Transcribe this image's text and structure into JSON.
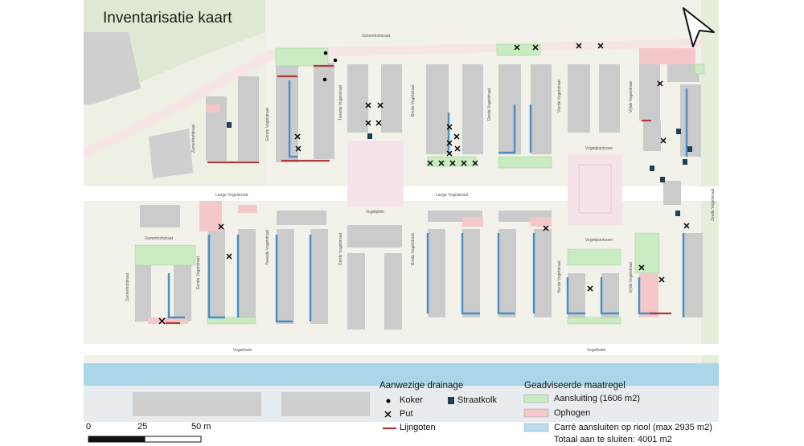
{
  "title": "Inventarisatie kaart",
  "streets": {
    "zamenhofstraat_top": "Zamenhofstraat",
    "zamenhofstraat_left": "Zamenhofstraat",
    "zamenhofstraat_lower": "Zamenhofstraat",
    "eerste_vogelstraat": "Eerste Vogelstraat",
    "tweede_vogelstraat": "Tweede Vogelstraat",
    "derde_vogelstraat_top": "Derde Vogelstraat",
    "vierde_vogelstraat_top": "Vierde Vogelstraat",
    "vijfde_vogelstraat_top": "Vijfde Vogelstraat",
    "brede_vogelstraat": "Brede Vogelstraat",
    "vogelplein": "Vogelplein",
    "vogelplantsoen_top": "Vogelplantsoen",
    "vogelplantsoen_mid": "Vogelplantsoen",
    "lange_vogelstraat_left": "Lange Vogelstraat",
    "lange_vogelstraat_right": "Lange Vogelstraat",
    "vogelkade_left": "Vogelkade",
    "vogelkade_right": "Vogelkade",
    "eerste_vogelstraat_low": "Eerste Vogelstraat",
    "tweede_vogelstraat_low": "Tweede Vogelstraat",
    "derde_vogelstraat_low": "Derde Vogelstraat",
    "vierde_vogelstraat_low": "Vierde Vogelstraat",
    "vijfde_vogelstraat_low": "Vijfde Vogelstraat",
    "zesde_vogelstraat": "Zesde Vogelstraat"
  },
  "legend_drainage": {
    "heading": "Aanwezige drainage",
    "koker": "Koker",
    "put": "Put",
    "lijngoten": "Lijngoten",
    "straatkolk": "Straatkolk"
  },
  "legend_measures": {
    "heading": "Geadviseerde maatregel",
    "aansluiting": "Aansluiting (1606 m2)",
    "ophogen": "Ophogen",
    "carre": "Carré aansluiten op riool (max 2935 m2)",
    "totaal": "Totaal aan te sluiten: 4001 m2"
  },
  "scale": {
    "label0": "0",
    "label25": "25",
    "label50": "50 m"
  },
  "colors": {
    "aansluiting": "#c9ecc3",
    "ophogen": "#f4c7c9",
    "carre": "#b9dcf0",
    "carre_line": "#4a8fc8",
    "lijngoten": "#b03a3a",
    "straatkolk": "#1f3f55",
    "building": "#cbcbcb",
    "water": "#a9d6e8"
  }
}
